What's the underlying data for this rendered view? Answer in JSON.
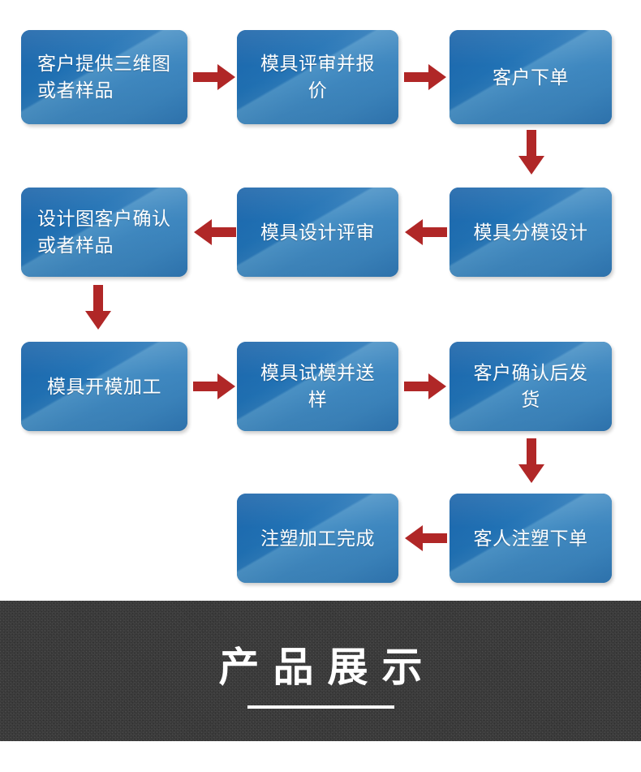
{
  "flow": {
    "type": "process-flowchart",
    "direction": "serpentine",
    "node_fill": "#2071b4",
    "node_text_color": "#ffffff",
    "arrow_color": "#b02727",
    "nodes": [
      {
        "id": "n1",
        "label": "客户提供三维图\n或者样品",
        "row": 1,
        "col": 1,
        "align": "left"
      },
      {
        "id": "n2",
        "label": "模具评审并报价",
        "row": 1,
        "col": 2,
        "align": "center"
      },
      {
        "id": "n3",
        "label": "客户下单",
        "row": 1,
        "col": 3,
        "align": "center"
      },
      {
        "id": "n4",
        "label": "设计图客户确认\n或者样品",
        "row": 2,
        "col": 1,
        "align": "left"
      },
      {
        "id": "n5",
        "label": "模具设计评审",
        "row": 2,
        "col": 2,
        "align": "center"
      },
      {
        "id": "n6",
        "label": "模具分模设计",
        "row": 2,
        "col": 3,
        "align": "center"
      },
      {
        "id": "n7",
        "label": "模具开模加工",
        "row": 3,
        "col": 1,
        "align": "center"
      },
      {
        "id": "n8",
        "label": "模具试模并送样",
        "row": 3,
        "col": 2,
        "align": "center"
      },
      {
        "id": "n9",
        "label": "客户确认后发货",
        "row": 3,
        "col": 3,
        "align": "center"
      },
      {
        "id": "n10",
        "label": "注塑加工完成",
        "row": 4,
        "col": 2,
        "align": "center"
      },
      {
        "id": "n11",
        "label": "客人注塑下单",
        "row": 4,
        "col": 3,
        "align": "center"
      }
    ],
    "arrows": [
      {
        "id": "a1",
        "from": "n1",
        "to": "n2",
        "direction": "right"
      },
      {
        "id": "a2",
        "from": "n2",
        "to": "n3",
        "direction": "right"
      },
      {
        "id": "a3",
        "from": "n3",
        "to": "n6",
        "direction": "down"
      },
      {
        "id": "a4",
        "from": "n6",
        "to": "n5",
        "direction": "left"
      },
      {
        "id": "a5",
        "from": "n5",
        "to": "n4",
        "direction": "left"
      },
      {
        "id": "a6",
        "from": "n4",
        "to": "n7",
        "direction": "down"
      },
      {
        "id": "a7",
        "from": "n7",
        "to": "n8",
        "direction": "right"
      },
      {
        "id": "a8",
        "from": "n8",
        "to": "n9",
        "direction": "right"
      },
      {
        "id": "a9",
        "from": "n9",
        "to": "n11",
        "direction": "down"
      },
      {
        "id": "a10",
        "from": "n11",
        "to": "n10",
        "direction": "left"
      }
    ]
  },
  "banner": {
    "title": "产品展示",
    "background_color": "#333333",
    "text_color": "#ffffff"
  }
}
